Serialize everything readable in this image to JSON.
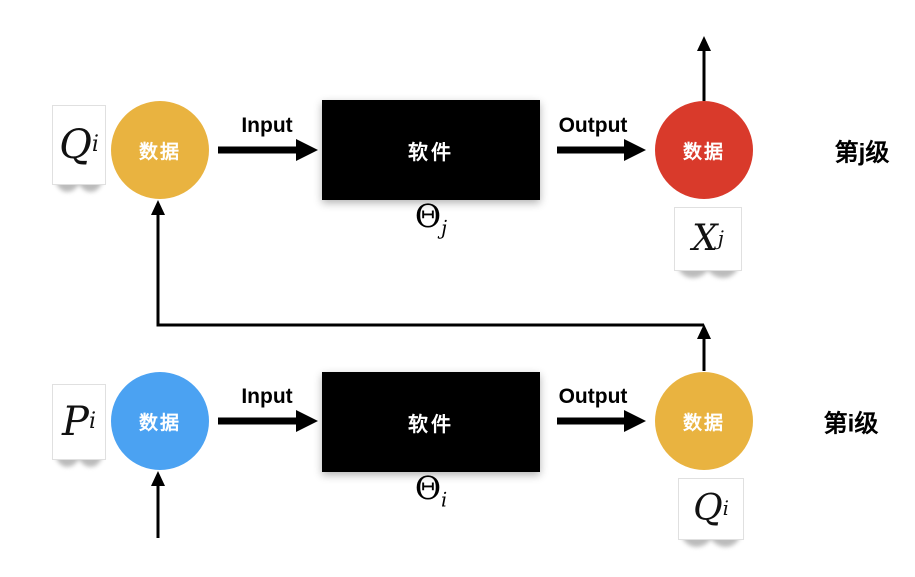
{
  "diagram": {
    "colors": {
      "node_yellow": "#E9B340",
      "node_red": "#D93A2B",
      "node_blue": "#4BA2F2",
      "software_box": "#000000",
      "arrow": "#000000"
    },
    "levels": [
      {
        "id": "j",
        "row_label": "第j级",
        "input_arrow_label": "Input",
        "output_arrow_label": "Output",
        "software_box_label": "软件",
        "software_param": {
          "base": "Θ",
          "sub": "j"
        },
        "input_node": {
          "label": "数据",
          "color": "#E9B340",
          "tag": {
            "base": "Q",
            "sub": "i"
          }
        },
        "output_node": {
          "label": "数据",
          "color": "#D93A2B",
          "tag": {
            "base": "X",
            "sub": "j"
          }
        }
      },
      {
        "id": "i",
        "row_label": "第i级",
        "input_arrow_label": "Input",
        "output_arrow_label": "Output",
        "software_box_label": "软件",
        "software_param": {
          "base": "Θ",
          "sub": "i"
        },
        "input_node": {
          "label": "数据",
          "color": "#4BA2F2",
          "tag": {
            "base": "P",
            "sub": "i"
          }
        },
        "output_node": {
          "label": "数据",
          "color": "#E9B340",
          "tag": {
            "base": "Q",
            "sub": "i"
          }
        }
      }
    ]
  }
}
